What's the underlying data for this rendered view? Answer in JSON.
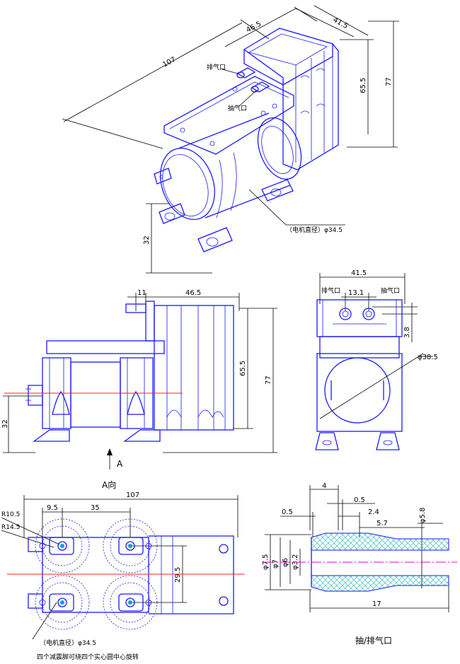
{
  "iso_view": {
    "dim_length": "107",
    "dim_width": "46.5",
    "dim_depth": "41.5",
    "dim_height_inner": "65.5",
    "dim_height_total": "77",
    "dim_foot": "32",
    "label_outlet_top": "排气口",
    "label_outlet_bottom": "抽气口",
    "label_motor": "（电机直径）φ34.5"
  },
  "side_view": {
    "dim_11": "11",
    "dim_46_5": "46.5",
    "dim_65_5": "65.5",
    "dim_77": "77",
    "dim_32": "32",
    "label_a": "A"
  },
  "end_view": {
    "dim_41_5": "41.5",
    "dim_13_1": "13.1",
    "dim_3_8": "3.8",
    "dim_38_5": "φ38.5",
    "label_exhaust": "排气口",
    "label_intake": "抽气口"
  },
  "bottom_view": {
    "title": "A向",
    "dim_107": "107",
    "dim_9_5": "9.5",
    "dim_35": "35",
    "dim_29_5": "29.5",
    "r10_5": "R10.5",
    "r14_5": "R14.5",
    "label_motor": "（电机直径）φ34.5",
    "note": "四个减震脚可绕四个实心圆中心旋转"
  },
  "nozzle_view": {
    "dim_4": "4",
    "dim_0_5a": "0.5",
    "dim_0_5b": "0.5",
    "dim_2_4": "2.4",
    "dim_5_7": "5.7",
    "dim_5_8": "φ5.8",
    "dim_7_5": "φ7.5",
    "dim_7": "φ7",
    "dim_6": "φ6",
    "dim_3_2": "φ3.2",
    "dim_17": "17",
    "caption": "抽/排气口"
  }
}
